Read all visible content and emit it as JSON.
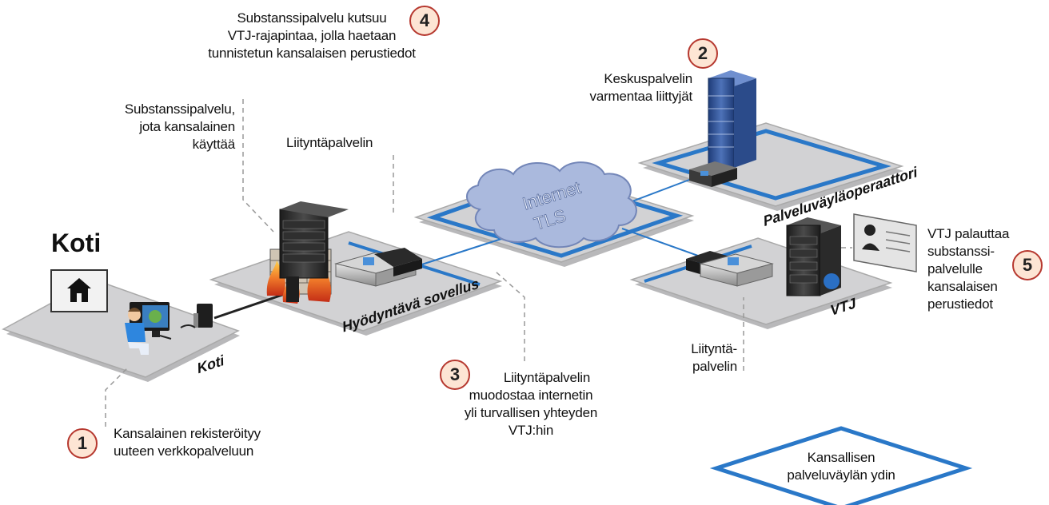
{
  "titles": {
    "koti_big": "Koti"
  },
  "platforms": {
    "koti": "Koti",
    "hyodyntava": "Hyödyntävä sovellus",
    "operaattori": "Palveluväyläoperaattori",
    "vtj": "VTJ"
  },
  "cloud": {
    "line1": "Internet",
    "line2": "TLS"
  },
  "labels": {
    "substanssipalvelu": [
      "Substanssipalvelu,",
      "jota kansalainen",
      "käyttää"
    ],
    "liityntapalvelin_top": "Liityntäpalvelin",
    "liityntapalvelin_vtj": [
      "Liityntä-",
      "palvelin"
    ],
    "core_legend": [
      "Kansallisen",
      "palveluväylän  ydin"
    ]
  },
  "steps": [
    {
      "number": "1",
      "lines": [
        "Kansalainen  rekisteröityy",
        "uuteen  verkkopalveluun"
      ]
    },
    {
      "number": "2",
      "lines": [
        "Keskuspalvelin",
        "varmentaa liittyjät"
      ]
    },
    {
      "number": "3",
      "lines": [
        "Liityntäpalvelin",
        "muodostaa internetin",
        "yli turvallisen yhteyden",
        "VTJ:hin"
      ]
    },
    {
      "number": "4",
      "lines": [
        "Substanssipalvelu  kutsuu",
        "VTJ-rajapintaa,  jolla haetaan",
        "tunnistetun  kansalaisen  perustiedot"
      ]
    },
    {
      "number": "5",
      "lines": [
        "VTJ palauttaa",
        "substanssi-",
        "palvelulle",
        "kansalaisen",
        "perustiedot"
      ]
    }
  ],
  "colors": {
    "platform_fill": "#cfcfd1",
    "platform_edge": "#9a9a9a",
    "network_blue": "#2a78c8",
    "cloud_fill": "#aab9dd",
    "badge_border": "#b6382f",
    "badge_fill": "#fde5d4",
    "server_dark": "#2a2a2a",
    "server_blue": "#2c4c8c"
  },
  "icons": [
    "house-icon",
    "person-computer-icon",
    "modem-icon",
    "firewall-icon",
    "server-tower-icon",
    "rack-server-icon",
    "id-card-icon",
    "globe-icon"
  ]
}
